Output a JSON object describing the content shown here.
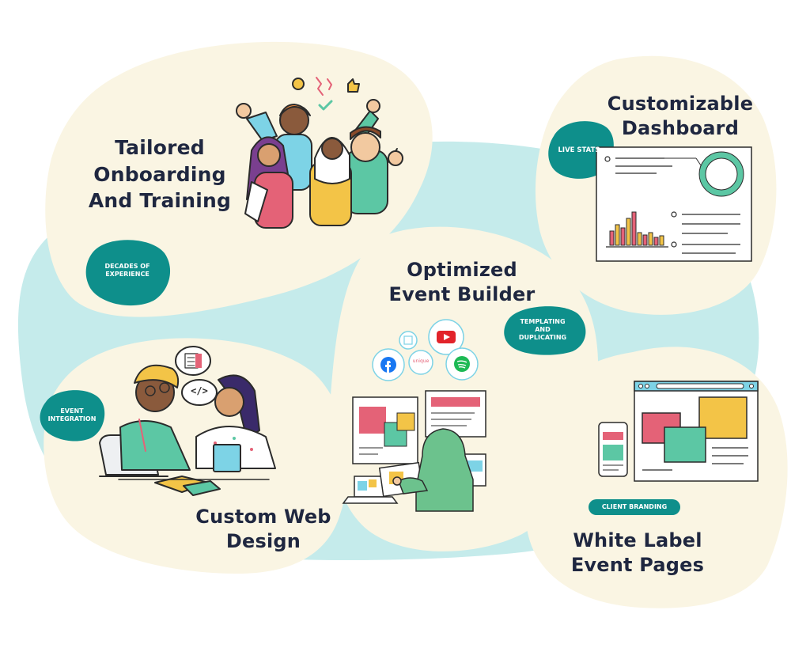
{
  "colors": {
    "background": "#ffffff",
    "lagoon": "#c5ebeb",
    "blob": "#faf5e3",
    "teal_badge": "#0e8f8b",
    "title_text": "#1f2740",
    "pink": "#e46277",
    "yellow": "#f3c447",
    "green": "#5cc7a4",
    "blue": "#7dd3e6",
    "hoodie_green": "#6cc28d",
    "outline": "#2b2b2b"
  },
  "sections": {
    "onboarding": {
      "title_lines": [
        "Tailored",
        "Onboarding",
        "And Training"
      ],
      "badge_lines": [
        "DECADES OF",
        "EXPERIENCE"
      ]
    },
    "dashboard": {
      "title_lines": [
        "Customizable",
        "Dashboard"
      ],
      "badge_lines": [
        "LIVE STATS"
      ]
    },
    "event_builder": {
      "title_lines": [
        "Optimized",
        "Event Builder"
      ],
      "badge_lines": [
        "TEMPLATING",
        "AND",
        "DUPLICATING"
      ],
      "social_icons": [
        "youtube-icon",
        "facebook-icon",
        "spotify-icon",
        "chart-icon",
        "brand-icon"
      ],
      "brand_label": "unique"
    },
    "web_design": {
      "title_lines": [
        "Custom Web",
        "Design"
      ],
      "badge_lines": [
        "EVENT",
        "INTEGRATION"
      ],
      "code_bubble_text": "</>"
    },
    "white_label": {
      "title_lines": [
        "White Label",
        "Event Pages"
      ],
      "badge_lines": [
        "CLIENT BRANDING"
      ]
    }
  }
}
